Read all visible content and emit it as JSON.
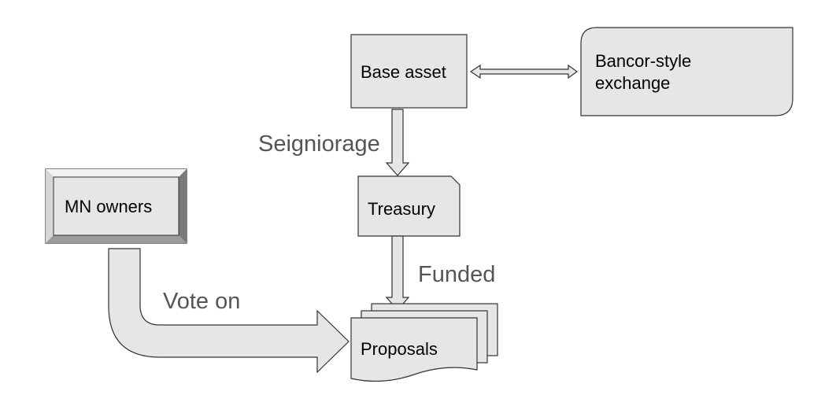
{
  "nodes": {
    "base_asset": "Base asset",
    "exchange": [
      "Bancor-style",
      "exchange"
    ],
    "treasury": "Treasury",
    "mn_owners": "MN owners",
    "proposals": "Proposals"
  },
  "edges": {
    "seigniorage": "Seigniorage",
    "funded": "Funded",
    "vote_on": "Vote on"
  }
}
